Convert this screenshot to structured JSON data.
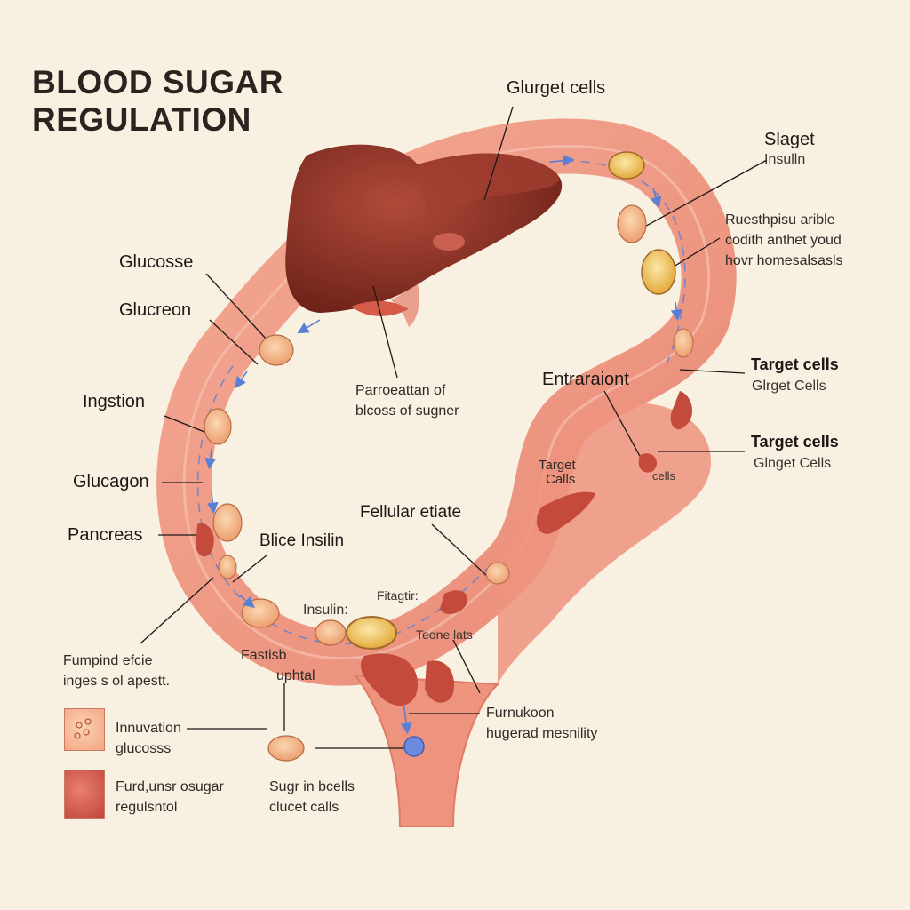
{
  "title": [
    "BLOOD SUGAR",
    "REGULATION"
  ],
  "labels": {
    "glurget_cells": "Glurget cells",
    "slaget": "Slaget",
    "insulin_top": "Insulln",
    "reseth_1": "Ruesthpisu arible",
    "reseth_2": "codith anthet youd",
    "reseth_3": "hovr homesalsasls",
    "glucosse": "Glucosse",
    "glucreon": "Glucreon",
    "ingstion": "Ingstion",
    "glucagon": "Glucagon",
    "pancreas": "Pancreas",
    "parro_1": "Parroeattan of",
    "parro_2": "blcoss of sugner",
    "entrar": "Entraraiont",
    "target1": "Target cells",
    "target1_sub": "Glrget Cells",
    "target2": "Target cells",
    "target2_sub": "Glnget Cells",
    "target_inner_1": "Target",
    "target_inner_2": "Calls",
    "cells_small": "cells",
    "fellular": "Fellular etiate",
    "blice": "Blice Insilin",
    "fitagtir": "Fitagtir:",
    "insulin_mid": "Insulin:",
    "teone": "Teone lats",
    "fastisb_1": "Fastisb",
    "fastisb_2": "uphtal",
    "fumpind_1": "Fumpind efcie",
    "fumpind_2": "inges s ol apestt.",
    "furnukon_1": "Furnukoon",
    "furnukon_2": "hugerad mesnility",
    "sugr_1": "Sugr in bcells",
    "sugr_2": "clucet calls"
  },
  "legend": [
    {
      "line1": "Innuvation",
      "line2": "glucosss",
      "color": "#f6b494"
    },
    {
      "line1": "Furd,unsr osugar",
      "line2": "regulsntol",
      "color": "#d9564a"
    }
  ],
  "colors": {
    "vessel": "#ec8f7a",
    "vessel_light": "#f4ae9a",
    "liver": "#8e3327",
    "cell": "#f2b07f",
    "cell_yellow": "#f0c15c",
    "arrow": "#5a7fd6",
    "background": "#f8f0e0"
  },
  "icons": [
    "liver-organ",
    "glucose-cell",
    "insulin-cell",
    "red-blood-cell",
    "blue-arrow"
  ]
}
